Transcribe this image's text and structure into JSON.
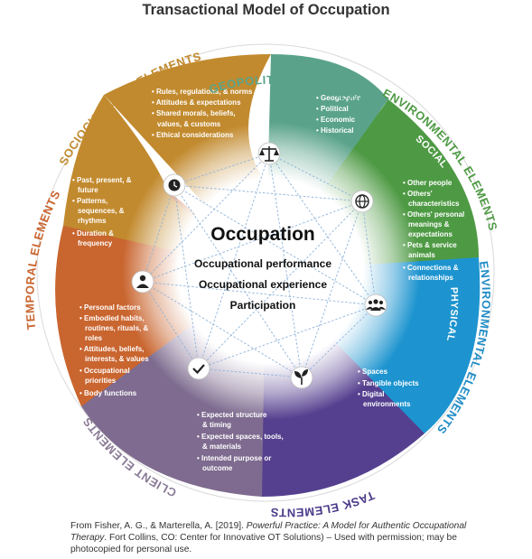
{
  "title": "Transactional Model of Occupation",
  "center": {
    "heading": "Occupation",
    "lines": [
      "Occupational performance",
      "Occupational experience",
      "Participation"
    ]
  },
  "ring_labels": {
    "geopolitical": "GEOPOLITICAL ELEMENTS",
    "env_social": "ENVIRONMENTAL ELEMENTS",
    "social": "SOCIAL",
    "env_physical": "ENVIRONMENTAL ELEMENTS",
    "physical": "PHYSICAL",
    "task": "TASK ELEMENTS",
    "client": "CLIENT ELEMENTS",
    "temporal": "TEMPORAL ELEMENTS",
    "sociocultural": "SOCIOCULTURAL ELEMENTS"
  },
  "lists": {
    "sociocultural": [
      "Rules, regulations, & norms",
      "Attitudes & expectations",
      "Shared morals, beliefs,",
      "values, & customs",
      "Ethical considerations"
    ],
    "geopolitical": [
      "Geographic",
      "Political",
      "Economic",
      "Historical"
    ],
    "social": [
      "Other people",
      "Others'",
      "characteristics",
      "Others' personal",
      "meanings &",
      "expectations",
      "Pets & service",
      "animals",
      "Connections &",
      "relationships"
    ],
    "temporal": [
      "Past, present, &",
      "future",
      "Patterns,",
      "sequences, &",
      "rhythms",
      "Duration &",
      "frequency"
    ],
    "client": [
      "Personal factors",
      "Embodied habits,",
      "routines, rituals, &",
      "roles",
      "Attitudes, beliefs,",
      "interests, & values",
      "Occupational",
      "priorities",
      "Body functions"
    ],
    "physical": [
      "Spaces",
      "Tangible objects",
      "Digital",
      "environments"
    ],
    "task": [
      "Expected structure",
      "& timing",
      "Expected spaces, tools,",
      "& materials",
      "Intended purpose or",
      "outcome"
    ]
  },
  "icons": [
    "scales-icon",
    "globe-icon",
    "people-icon",
    "sprout-icon",
    "checkmark-icon",
    "person-icon",
    "clock-icon"
  ],
  "footer": {
    "prefix": "From Fisher, A. G., & Marterella, A. [2019]. ",
    "italic": "Powerful Practice: A Model for Authentic Occupational Therapy",
    "suffix": ". Fort Collins, CO: Center for Innovative OT Solutions)  – Used with permission; may be photocopied for personal use."
  },
  "colors": {
    "sociocultural": "#c28a2e",
    "geopolitical": "#5aa38a",
    "social": "#4e9a44",
    "physical": "#1d94cf",
    "task": "#55408f",
    "client": "#7e6b8f",
    "temporal": "#c9652f",
    "ring_geopolitical": "#5aa38a",
    "ring_social": "#4e9a44",
    "ring_physical": "#1f8cc6",
    "ring_task": "#4b3a8a",
    "ring_client": "#8a7b96",
    "ring_temporal": "#c9652f",
    "ring_sociocultural": "#c28a2e"
  }
}
